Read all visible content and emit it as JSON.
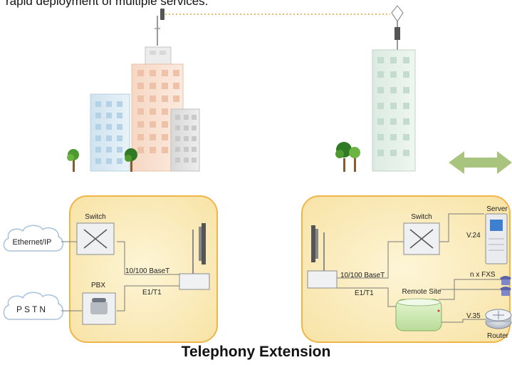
{
  "top_caption": "rapid deployment of multiple services.",
  "title": "Telephony Extension",
  "left_panel": {
    "switch_label": "Switch",
    "pbx_label": "PBX",
    "link_ethernet": "10/100 BaseT",
    "link_e1": "E1/T1"
  },
  "left_clouds": {
    "ethernet": "Ethernet/IP",
    "pstn": "PSTN"
  },
  "right_panel": {
    "switch_label": "Switch",
    "remote_site_label": "Remote Site",
    "server_label": "Server",
    "router_label": "Router",
    "link_ethernet": "10/100 BaseT",
    "link_e1": "E1/T1",
    "link_v24": "V.24",
    "link_fxs": "n x FXS",
    "link_v35": "V.35"
  },
  "colors": {
    "panel_fill": "#fbedbc",
    "panel_border": "#f0b548",
    "cloud_border": "#a9c2dd",
    "arrow": "#a9c47e",
    "wire": "#7a7a7a",
    "link_dotted": "#e8a23a"
  }
}
